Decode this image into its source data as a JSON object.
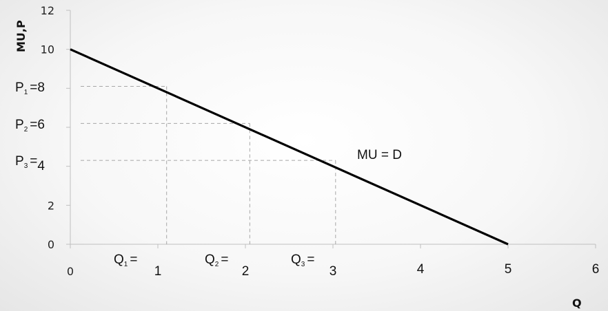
{
  "chart_data": {
    "type": "line",
    "xlabel": "Q",
    "ylabel": "MU,P",
    "xlim": [
      0,
      6
    ],
    "ylim": [
      0,
      12
    ],
    "x_ticks": [
      "0",
      "1",
      "2",
      "3",
      "4",
      "5",
      "6"
    ],
    "y_ticks": [
      "0",
      "2",
      "4",
      "6",
      "8",
      "10",
      "12"
    ],
    "series": [
      {
        "name": "MU = D",
        "x": [
          0,
          5
        ],
        "y": [
          10,
          0
        ]
      }
    ],
    "series_label": "MU = D",
    "guides": [
      {
        "x": 1.1,
        "y": 8.1
      },
      {
        "x": 2.05,
        "y": 6.2
      },
      {
        "x": 3.03,
        "y": 4.3
      }
    ],
    "price_labels": [
      {
        "main": "P",
        "sub": "1",
        "eq": "=",
        "value": "8"
      },
      {
        "main": "P",
        "sub": "2",
        "eq": "=",
        "value": "6"
      },
      {
        "main": "P",
        "sub": "3",
        "eq": "=",
        "value": "4"
      }
    ],
    "quantity_labels": [
      {
        "main": "Q",
        "sub": "1",
        "eq": "=",
        "value": "1"
      },
      {
        "main": "Q",
        "sub": "2",
        "eq": "=",
        "value": "2"
      },
      {
        "main": "Q",
        "sub": "3",
        "eq": "=",
        "value": "3"
      }
    ],
    "colors": {
      "line": "#000000",
      "axis": "#bfbfbf",
      "guide": "#a6a6a6"
    }
  }
}
